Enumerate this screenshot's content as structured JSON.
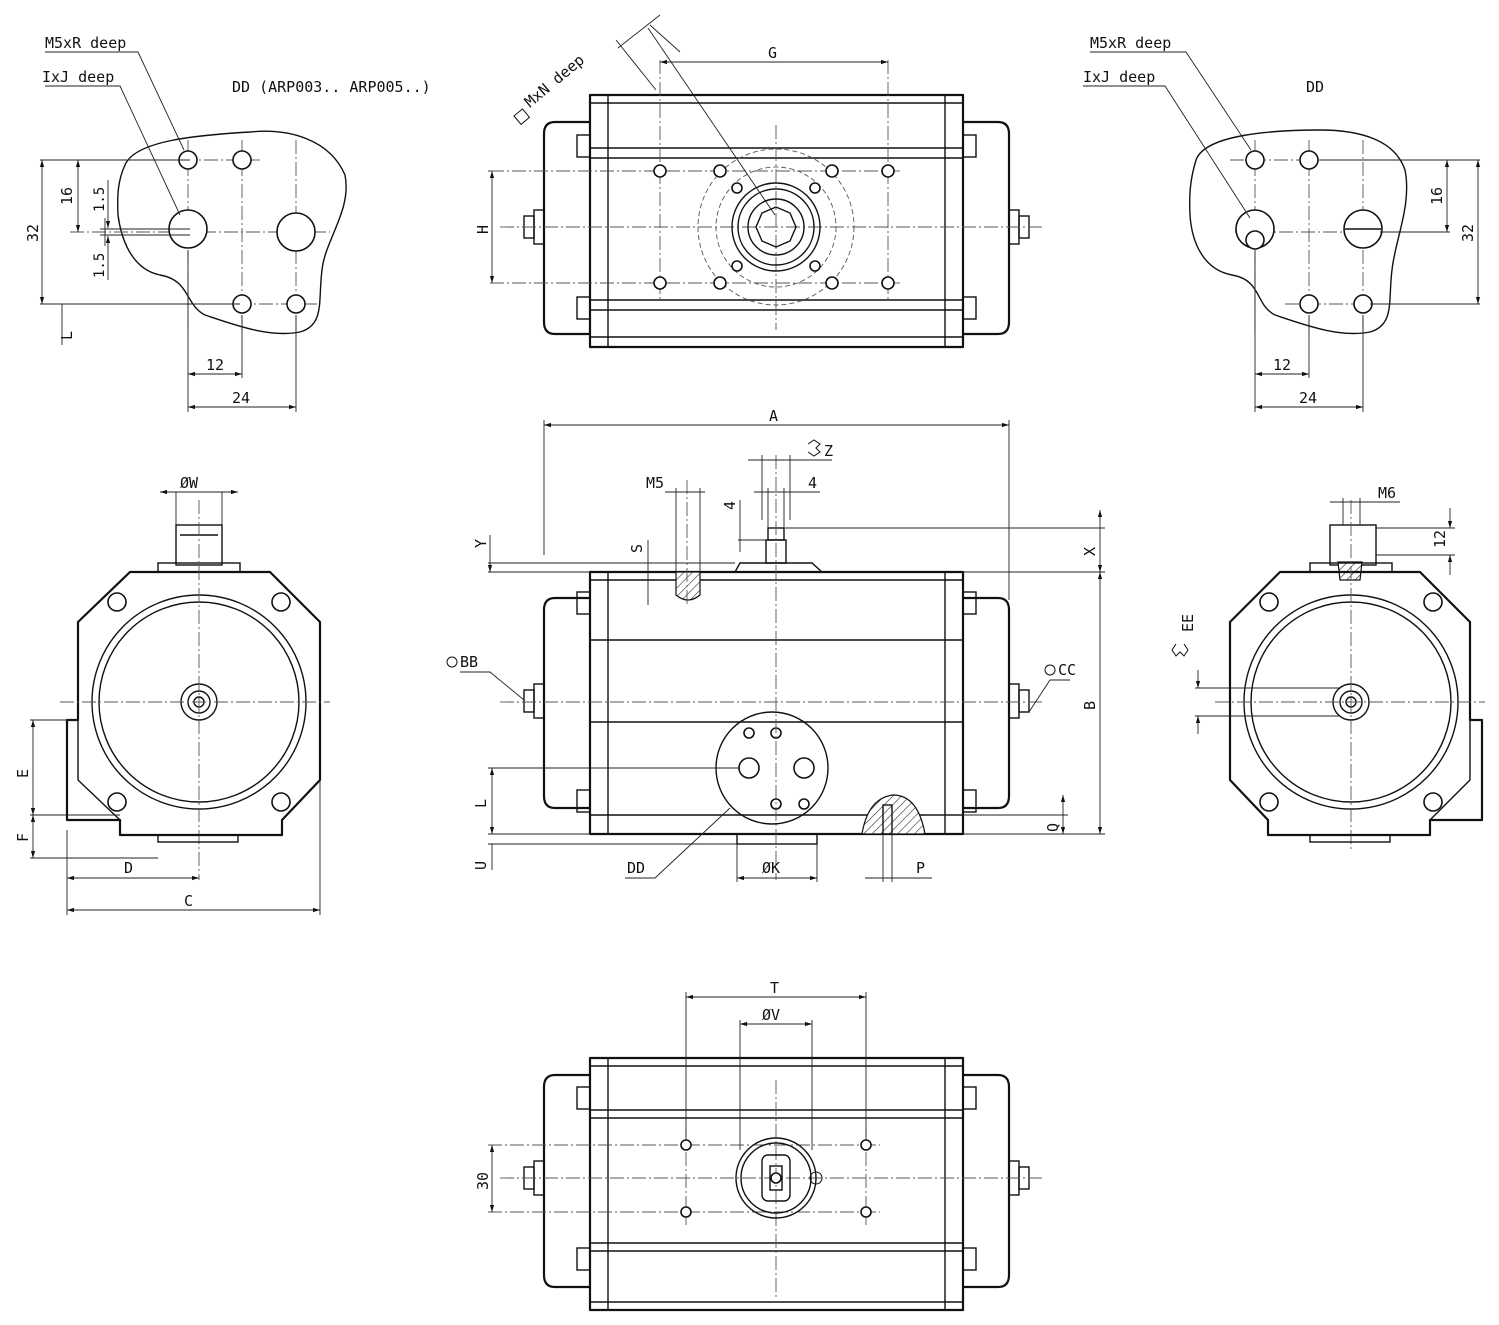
{
  "labels": {
    "dd_left_title": "DD (ARP003.. ARP005..)",
    "dd_right_title": "DD",
    "m5xr_deep": "M5xR deep",
    "ixj_deep": "IxJ deep",
    "mxn_deep": "MxN deep",
    "dim_16": "16",
    "dim_32": "32",
    "dim_1_5": "1.5",
    "dim_12": "12",
    "dim_24": "24",
    "dim_L": "L",
    "dim_G": "G",
    "dim_H": "H",
    "dim_A": "A",
    "dim_Z": "Z",
    "dim_4": "4",
    "dim_M5": "M5",
    "dim_Y": "Y",
    "dim_S": "S",
    "dim_X": "X",
    "dim_B": "B",
    "dim_BB": "BB",
    "dim_CC": "CC",
    "dim_Q": "Q",
    "dim_U": "U",
    "dim_DD": "DD",
    "dim_K": "ØK",
    "dim_P": "P",
    "dim_W": "ØW",
    "dim_E": "E",
    "dim_F": "F",
    "dim_D": "D",
    "dim_C": "C",
    "dim_M6": "M6",
    "dim_EE": "EE",
    "dim_T": "T",
    "dim_V": "ØV",
    "dim_30": "30"
  },
  "colors": {
    "line": "#111111",
    "centerline": "#555555",
    "background": "#ffffff"
  }
}
